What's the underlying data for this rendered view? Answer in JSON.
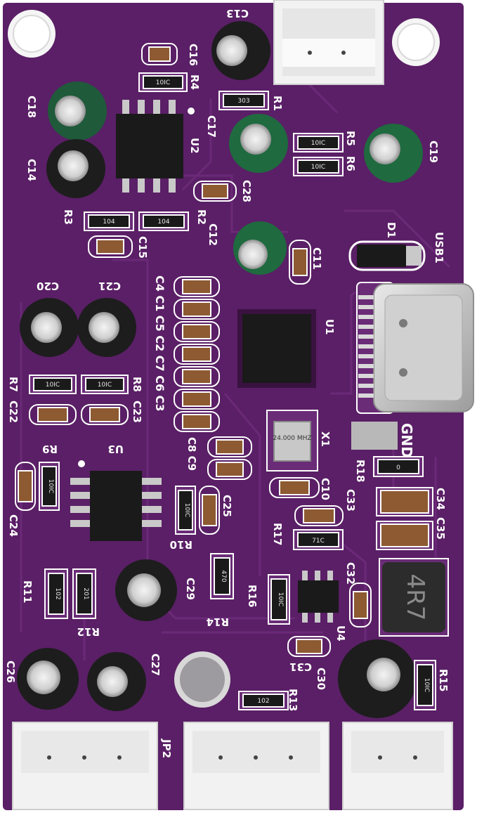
{
  "board": {
    "pcb_color": "#5a1f66",
    "trace_color": "#6b2a78",
    "silk_color": "#ffffff"
  },
  "labels": {
    "c13": "C13",
    "c16": "C16",
    "r4": "R4",
    "r1": "R1",
    "c18": "C18",
    "u2": "U2",
    "c17": "C17",
    "r5": "R5",
    "r6": "R6",
    "c19": "C19",
    "c14": "C14",
    "c28": "C28",
    "r3": "R3",
    "r2": "R2",
    "c12": "C12",
    "c15": "C15",
    "d1": "D1",
    "usb1": "USB1",
    "c11": "C11",
    "c20": "C20",
    "c21": "C21",
    "u1": "U1",
    "cap_column": "C4 C1 C5 C2 C7 C6 C3",
    "r7": "R7",
    "r8": "R8",
    "c22": "C22",
    "c23": "C23",
    "c8c9": "C8 C9",
    "x1": "X1",
    "gnd": "GND",
    "r9": "R9",
    "u3": "U3",
    "r18": "R18",
    "c10": "C10",
    "c33": "C33",
    "c34": "C34",
    "c35": "C35",
    "c24": "C24",
    "c25": "C25",
    "r10": "R10",
    "r17": "R17",
    "c32": "C32",
    "r11": "R11",
    "c29": "C29",
    "r16": "R16",
    "r12": "R12",
    "r14": "R14",
    "u4": "U4",
    "c26": "C26",
    "c27": "C27",
    "c31": "C31",
    "c30": "C30",
    "r13": "R13",
    "r15": "R15",
    "jp2": "JP2"
  },
  "codes": {
    "r4": "10IC",
    "r1": "303",
    "r5": "10IC",
    "r6": "10IC",
    "r3": "104",
    "r2": "104",
    "r7": "10IC",
    "r8": "10IC",
    "r9": "10IC",
    "r10": "10IC",
    "r18": "0",
    "r17": "71C",
    "r11": "102",
    "r12": "201",
    "r14": "470",
    "r16": "10IC",
    "r13": "102",
    "r15": "10IC",
    "crystal": "24.000 MHZ",
    "inductor": "4R7"
  },
  "components": {
    "electrolytic_caps": [
      "C13",
      "C18",
      "C14",
      "C17",
      "C19",
      "C12",
      "C20",
      "C21",
      "C29",
      "C26",
      "C27",
      "C30"
    ],
    "ics": [
      "U1",
      "U2",
      "U3",
      "U4"
    ],
    "connectors": [
      "JST top",
      "JST bottom-left",
      "JST bottom-mid",
      "JST bottom-right",
      "USB-C"
    ]
  }
}
